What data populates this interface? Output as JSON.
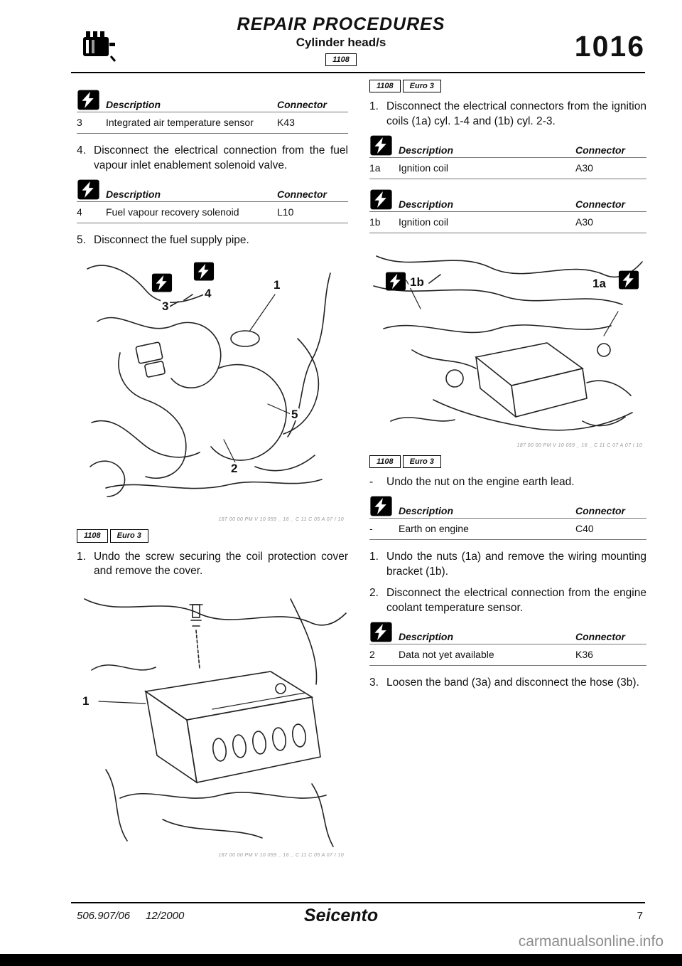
{
  "header": {
    "title": "REPAIR PROCEDURES",
    "subtitle": "Cylinder head/s",
    "badge": "1108",
    "page_code": "1016"
  },
  "labels": {
    "description": "Description",
    "connector": "Connector",
    "badge_1108": "1108",
    "badge_euro3": "Euro 3"
  },
  "left": {
    "table_air_temp": {
      "ref": "3",
      "desc": "Integrated air temperature sensor",
      "conn": "K43"
    },
    "step4": {
      "num": "4.",
      "text": "Disconnect the electrical connection from the fuel vapour inlet enablement solenoid valve."
    },
    "table_fuel_vapour": {
      "ref": "4",
      "desc": "Fuel vapour recovery solenoid",
      "conn": "L10"
    },
    "step5": {
      "num": "5.",
      "text": "Disconnect the fuel supply pipe."
    },
    "fig_fuel_pipes": {
      "callout_1": "1",
      "callout_2": "2",
      "callout_3": "3",
      "callout_4": "4",
      "callout_5": "5",
      "plate_code": "187 00 00 PM V 10 059 _ 16 _ C 11 C 05 A 07 I 10"
    },
    "step_coil_cover": {
      "num": "1.",
      "text": "Undo the screw securing the coil protection cover and remove the cover."
    },
    "fig_coil_cover": {
      "callout_1": "1",
      "plate_code": "187 00 00 PM V 10 059 _ 16 _ C 11 C 05 A 07 I 10"
    }
  },
  "right": {
    "step_coils": {
      "num": "1.",
      "text": "Disconnect the electrical connectors from the ignition coils (1a) cyl. 1-4 and (1b) cyl. 2-3."
    },
    "table_coil_1a": {
      "ref": "1a",
      "desc": "Ignition coil",
      "conn": "A30"
    },
    "table_coil_1b": {
      "ref": "1b",
      "desc": "Ignition coil",
      "conn": "A30"
    },
    "fig_coils": {
      "callout_1b": "1b",
      "callout_1a": "1a",
      "plate_code": "187 00 00 PM V 10 059 _ 16 _ C 11 C 07 A 07 I 10"
    },
    "step_earth": {
      "num": "-",
      "text": "Undo the nut on the engine earth lead."
    },
    "table_earth": {
      "ref": "-",
      "desc": "Earth on engine",
      "conn": "C40"
    },
    "step_nuts": {
      "num": "1.",
      "text": "Undo the nuts (1a) and remove the wiring mounting bracket (1b)."
    },
    "step_coolant": {
      "num": "2.",
      "text": "Disconnect the electrical connection from the engine coolant temperature sensor."
    },
    "table_coolant": {
      "ref": "2",
      "desc": "Data not yet available",
      "conn": "K36"
    },
    "step_band": {
      "num": "3.",
      "text": "Loosen the band (3a) and disconnect the hose (3b)."
    }
  },
  "footer": {
    "doc_ref": "506.907/06",
    "date": "12/2000",
    "model": "Seicento",
    "page": "7",
    "watermark": "carmanualsonline.info"
  }
}
